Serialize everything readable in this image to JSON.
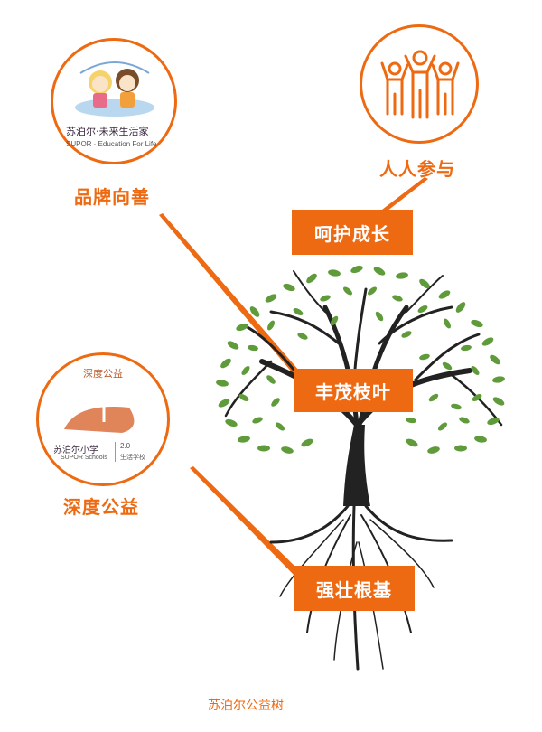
{
  "nodes": {
    "brand": {
      "label": "品牌向善",
      "logo_title": "苏泊尔·未来生活家",
      "logo_subtitle": "SUPOR · Education For Life"
    },
    "people": {
      "label": "人人参与"
    },
    "charity": {
      "label": "深度公益",
      "logo_heading": "深度公益",
      "logo_title": "苏泊尔小学",
      "logo_subtitle": "SUPOR Schools",
      "logo_version": "2.0",
      "logo_version_sub": "生活学校"
    }
  },
  "boxes": {
    "care": "呵护成长",
    "leaves": "丰茂枝叶",
    "roots": "强壮根基"
  },
  "caption": "苏泊尔公益树",
  "colors": {
    "accent": "#ee6a12",
    "leaf": "#5f9b3a",
    "trunk": "#222222"
  }
}
